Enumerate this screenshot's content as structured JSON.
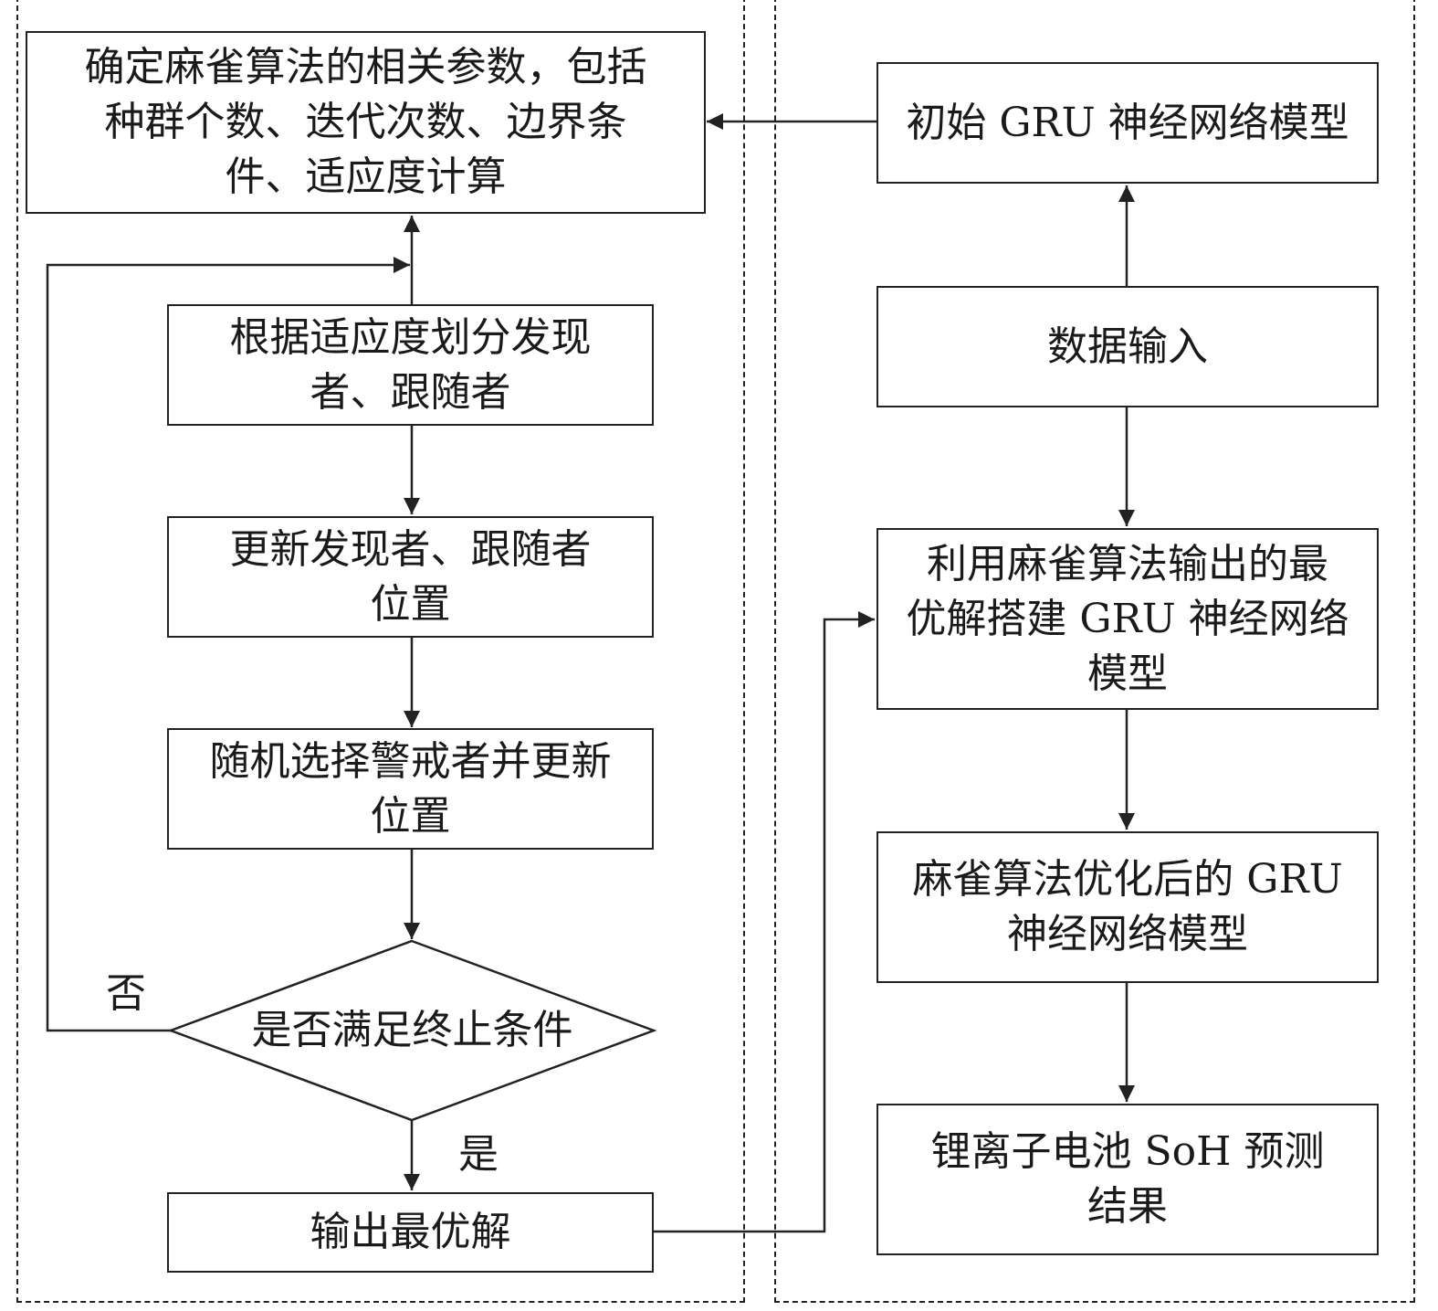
{
  "flowchart": {
    "left_panel": {
      "init_params": "确定麻雀算法的相关参数，包括\n种群个数、迭代次数、边界条\n件、适应度计算",
      "divide_roles": "根据适应度划分发现\n者、跟随者",
      "update_positions": "更新发现者、跟随者\n位置",
      "select_guards": "随机选择警戒者并更新\n位置",
      "decision": "是否满足终止条件",
      "decision_no": "否",
      "decision_yes": "是",
      "output_best": "输出最优解"
    },
    "right_panel": {
      "initial_gru": "初始 GRU 神经网络模型",
      "data_input": "数据输入",
      "build_gru": "利用麻雀算法输出的最\n优解搭建 GRU 神经网络\n模型",
      "optimized_gru": "麻雀算法优化后的 GRU\n神经网络模型",
      "soh_result": "锂离子电池 SoH 预测\n结果"
    }
  },
  "colors": {
    "line": "#222222",
    "background": "#ffffff"
  }
}
